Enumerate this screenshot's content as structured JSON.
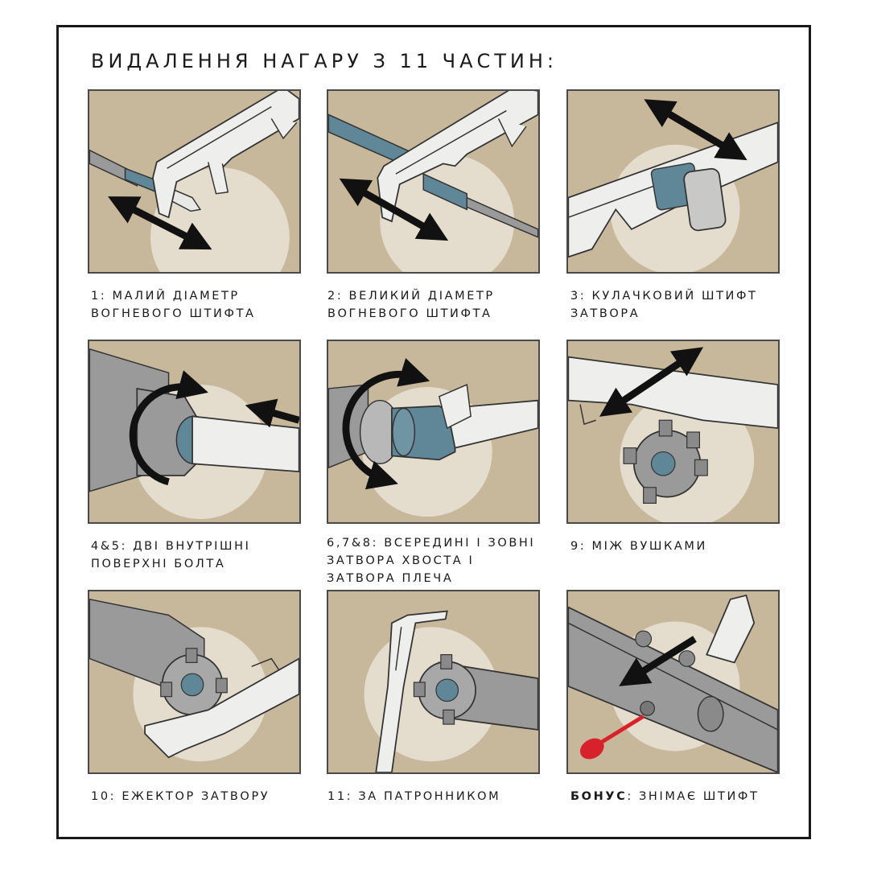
{
  "title": "ВИДАЛЕННЯ НАГАРУ З 11 ЧАСТИН:",
  "colors": {
    "panel_bg": "#c7b79b",
    "highlight": "#e4dccd",
    "metal": "#eeeeec",
    "part_blue": "#5f8797",
    "outline": "#3a3a3a",
    "arrow": "#111111",
    "pin_red": "#d8222b"
  },
  "steps": [
    {
      "line1": "1: МАЛИЙ ДІАМЕТР",
      "line2": "ВОГНЕВОГО ШТИФТА",
      "icon": "firing-pin-small-diameter"
    },
    {
      "line1": "2: ВЕЛИКИЙ ДІАМЕТР",
      "line2": "ВОГНЕВОГО ШТИФТА",
      "icon": "firing-pin-large-diameter"
    },
    {
      "line1": "3: КУЛАЧКОВИЙ ШТИФТ",
      "line2": "ЗАТВОРА",
      "icon": "bolt-cam-pin"
    },
    {
      "line1": "4&5: ДВІ ВНУТРІШНІ",
      "line2": "ПОВЕРХНІ БОЛТА",
      "icon": "bolt-inner-surfaces"
    },
    {
      "line1": "6,7&8: ВСЕРЕДИНІ І ЗОВНІ",
      "line2": "ЗАТВОРА ХВОСТА І",
      "line3": "ЗАТВОРА ПЛЕЧА",
      "icon": "bolt-tail-shoulder"
    },
    {
      "line1": "9: МІЖ ВУШКАМИ",
      "icon": "between-lugs"
    },
    {
      "line1": "10: ЕЖЕКТОР ЗАТВОРУ",
      "icon": "bolt-ejector"
    },
    {
      "line1": "11: ЗА ПАТРОННИКОМ",
      "icon": "behind-chamber"
    },
    {
      "bold": "БОНУС",
      "rest": ": ЗНІМАЄ ШТИФТ",
      "icon": "removes-pin"
    }
  ]
}
